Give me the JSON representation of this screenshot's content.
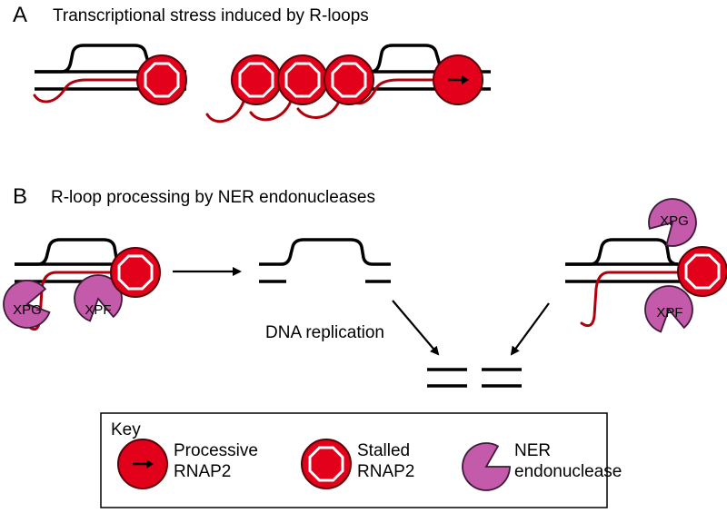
{
  "panel_a": {
    "letter": "A",
    "title": "Transcriptional stress induced by R-loops"
  },
  "panel_b": {
    "letter": "B",
    "title": "R-loop processing by NER endonucleases",
    "enzymes": {
      "xpg": "XPG",
      "xpf": "XPF"
    },
    "replication_label": "DNA replication"
  },
  "key": {
    "title": "Key",
    "processive": [
      "Processive",
      "RNAP2"
    ],
    "stalled": [
      "Stalled",
      "RNAP2"
    ],
    "ner": [
      "NER",
      "endonuclease"
    ]
  },
  "colors": {
    "dna": "#000000",
    "rna": "#b0000b",
    "rnap2_fill": "#e3001b",
    "rnap2_stroke": "#5a0008",
    "ner_fill": "#c45aaa",
    "ner_stroke": "#3d1a38"
  }
}
